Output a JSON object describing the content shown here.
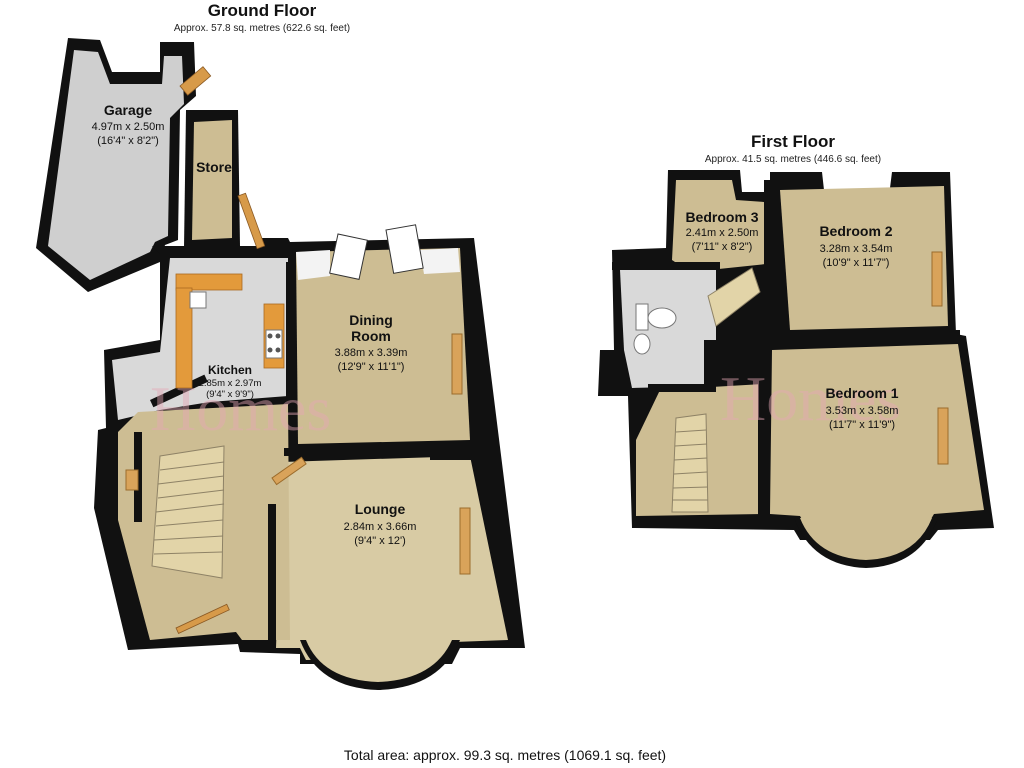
{
  "ground_floor": {
    "title": "Ground Floor",
    "area": "Approx. 57.8 sq. metres (622.6 sq. feet)",
    "rooms": {
      "garage": {
        "name": "Garage",
        "metric": "4.97m x 2.50m",
        "imperial": "(16'4\" x 8'2\")"
      },
      "store": {
        "name": "Store"
      },
      "kitchen": {
        "name": "Kitchen",
        "metric": "2.85m x 2.97m",
        "imperial": "(9'4\" x 9'9\")"
      },
      "dining": {
        "name_line1": "Dining",
        "name_line2": "Room",
        "metric": "3.88m x 3.39m",
        "imperial": "(12'9\" x 11'1\")"
      },
      "lounge": {
        "name": "Lounge",
        "metric": "2.84m x 3.66m",
        "imperial": "(9'4\" x 12')"
      }
    }
  },
  "first_floor": {
    "title": "First Floor",
    "area": "Approx. 41.5 sq. metres (446.6 sq. feet)",
    "rooms": {
      "bedroom3": {
        "name": "Bedroom 3",
        "metric": "2.41m x 2.50m",
        "imperial": "(7'11\" x 8'2\")"
      },
      "bedroom2": {
        "name": "Bedroom 2",
        "metric": "3.28m x 3.54m",
        "imperial": "(10'9\" x 11'7\")"
      },
      "bedroom1": {
        "name": "Bedroom 1",
        "metric": "3.53m x 3.58m",
        "imperial": "(11'7\" x 11'9\")"
      }
    }
  },
  "total_area": "Total area: approx. 99.3 sq. metres (1069.1 sq. feet)",
  "watermark": "Homes",
  "colors": {
    "wall": "#111111",
    "floor_carpet": "#cdbd93",
    "floor_garage": "#cfcfcf",
    "radiator": "#d9a35a",
    "watermark": "#f2c8d2"
  },
  "icons": [
    "toilet-icon",
    "sink-icon",
    "hob-icon",
    "staircase-icon",
    "door-icon",
    "window-icon",
    "radiator-icon"
  ]
}
